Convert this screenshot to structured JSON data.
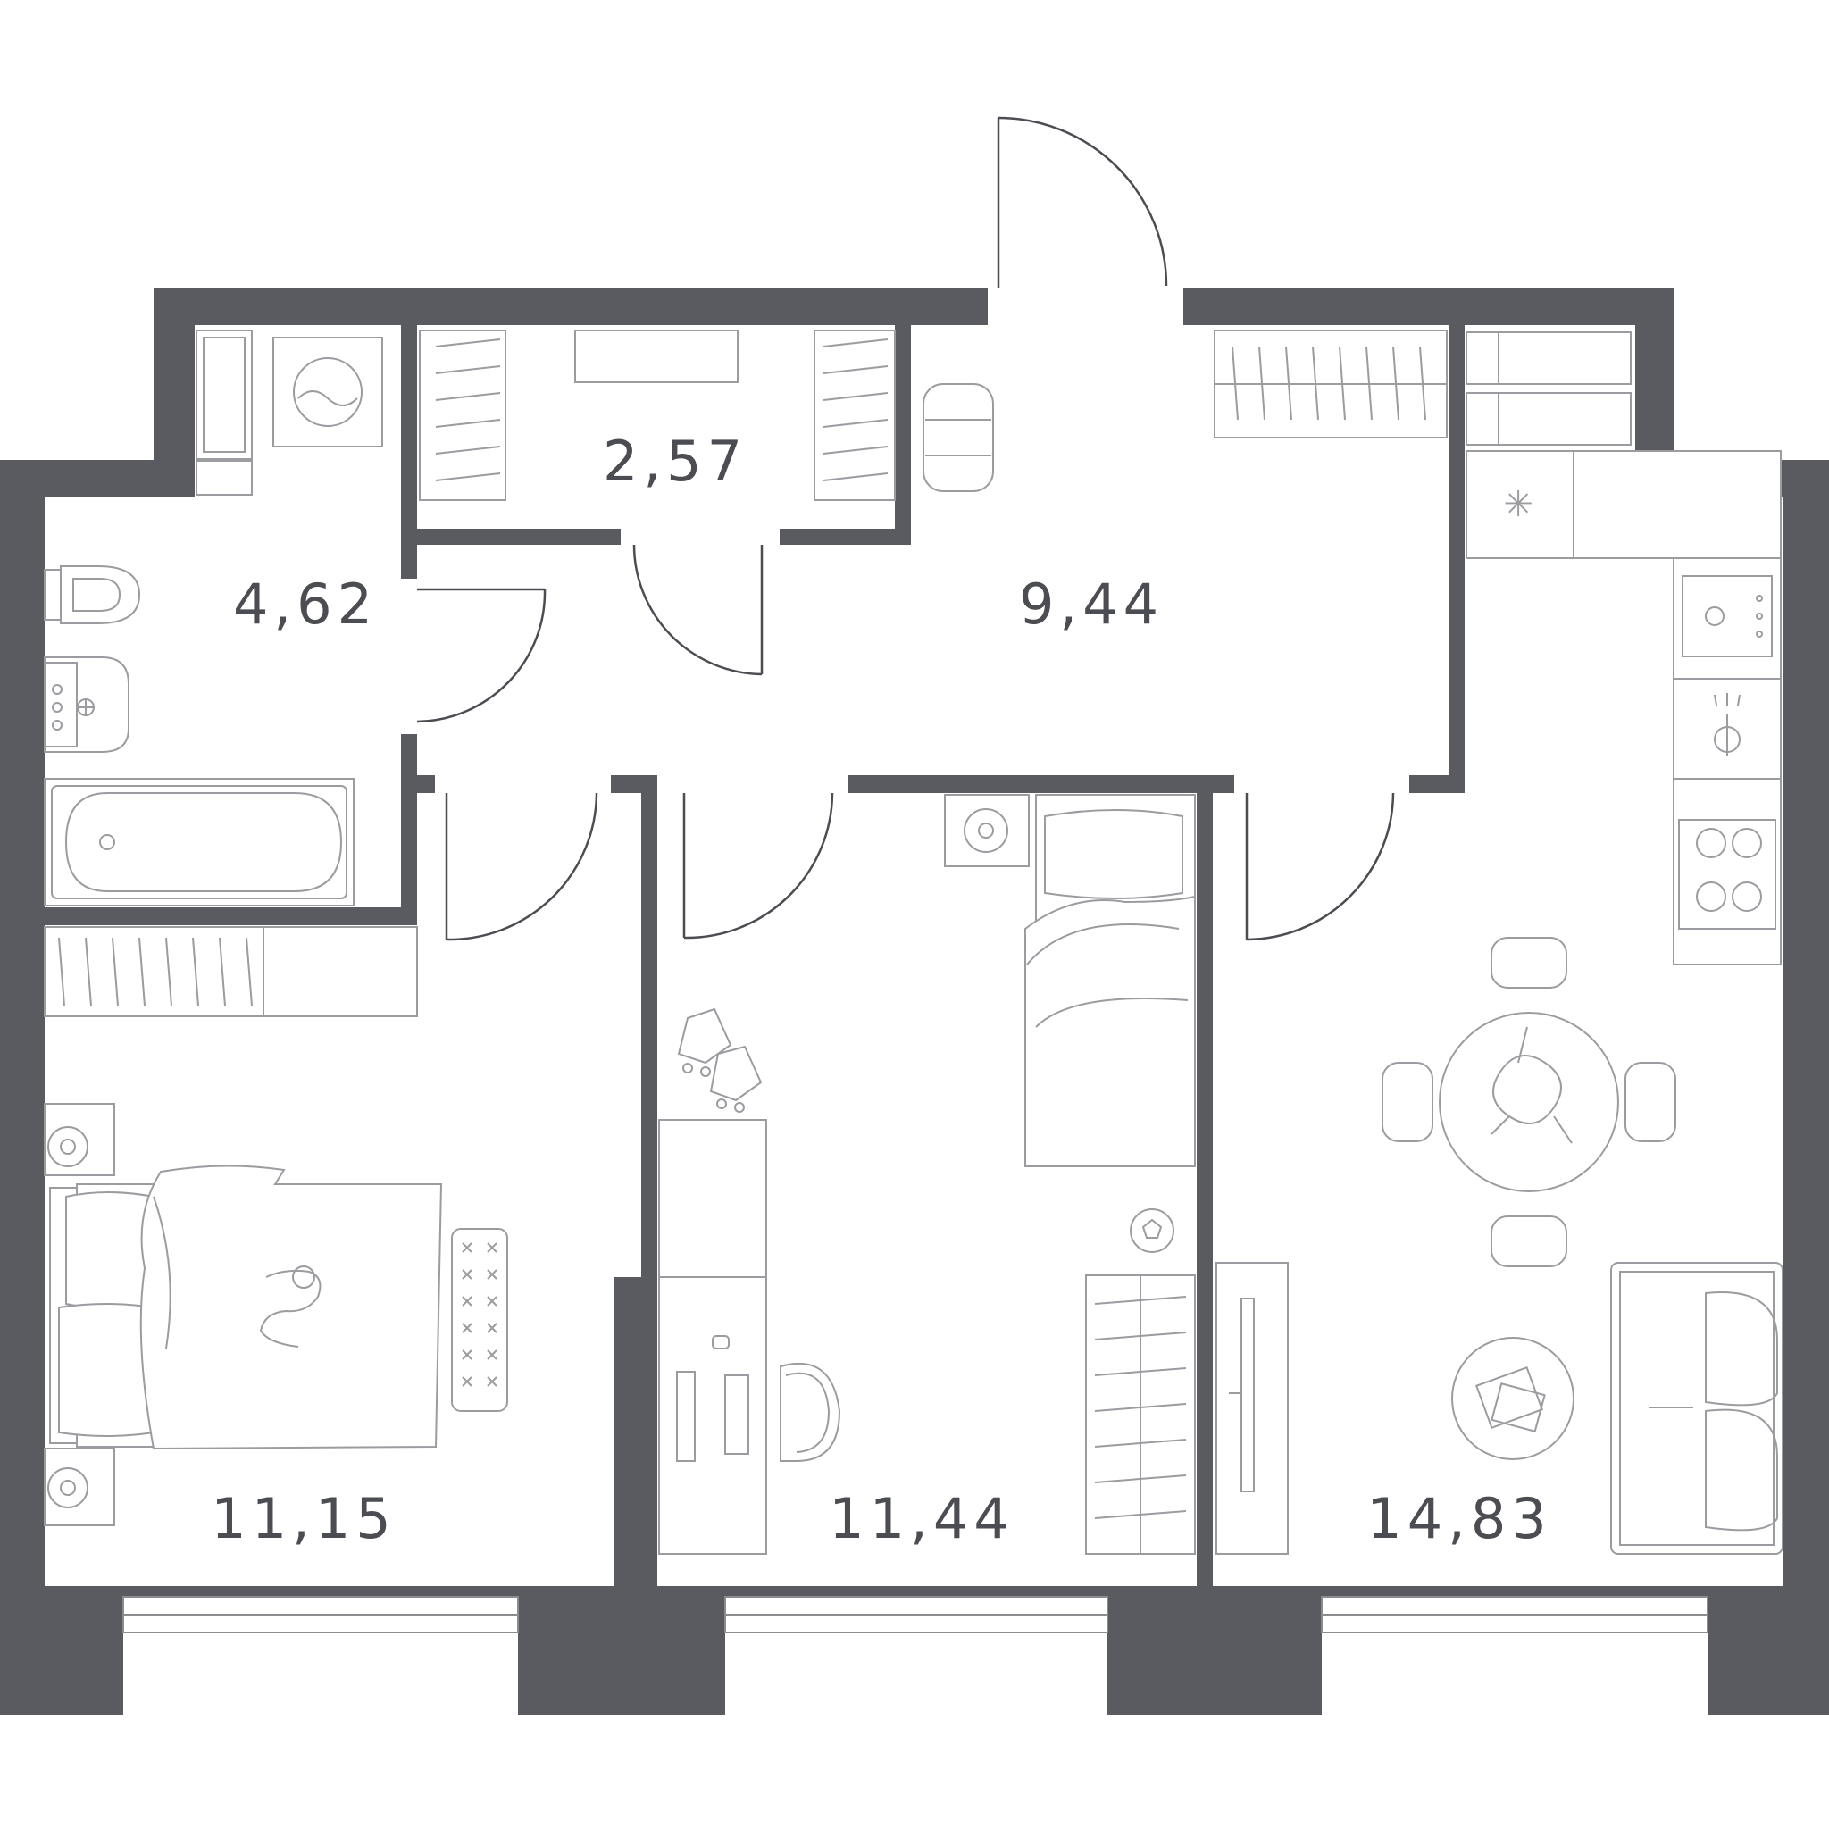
{
  "rooms": {
    "wardrobe": {
      "area": "2,57"
    },
    "bathroom": {
      "area": "4,62"
    },
    "hallway": {
      "area": "9,44"
    },
    "bedroom_1": {
      "area": "11,15"
    },
    "bedroom_2": {
      "area": "11,44"
    },
    "kitchen_living": {
      "area": "14,83"
    }
  },
  "colors": {
    "wall": "#595b60",
    "line": "#9a9ca0",
    "label": "#4b4d52",
    "background": "#ffffff"
  },
  "icons": [
    "washing-machine-icon",
    "toilet-icon",
    "sink-icon",
    "bathtub-icon",
    "double-bed-icon",
    "single-bed-icon",
    "dining-table-icon",
    "sofa-icon",
    "stove-icon",
    "oven-icon",
    "kitchen-sink-icon",
    "desk-icon",
    "office-chair-icon",
    "tv-icon",
    "coffee-table-icon",
    "soccer-ball-icon",
    "roller-skates-icon",
    "dog-icon",
    "nightstand-icon",
    "pouf-icon"
  ]
}
